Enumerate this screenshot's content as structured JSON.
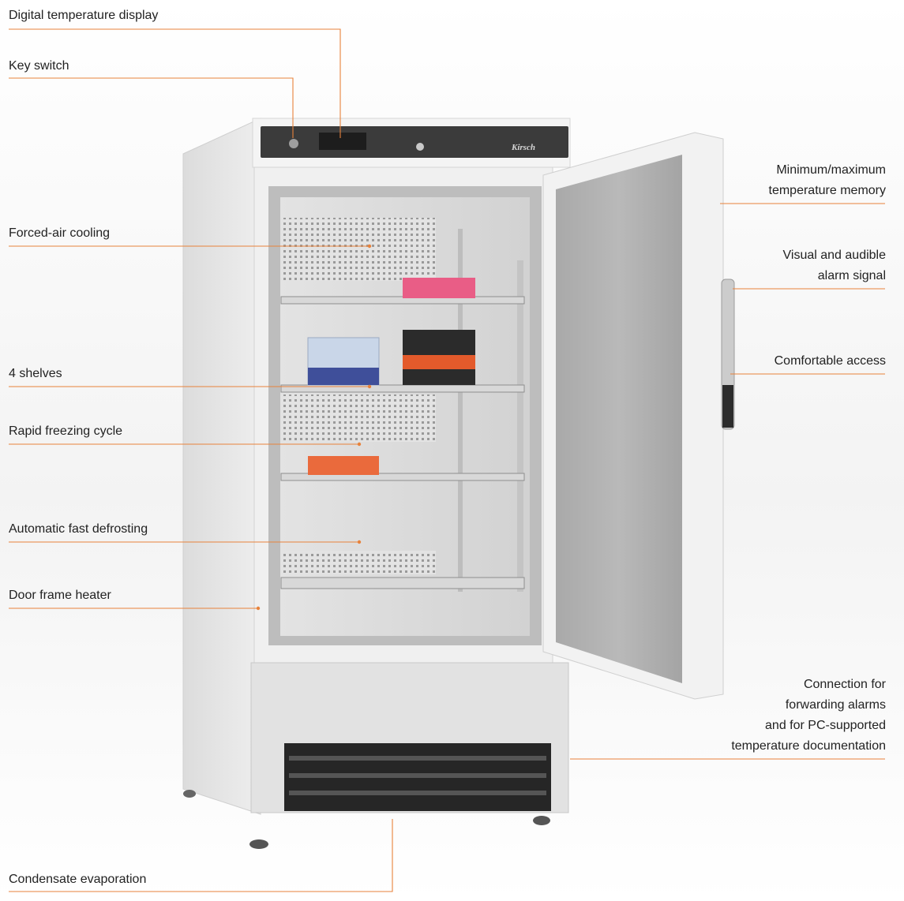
{
  "colors": {
    "callout": "#e8823b",
    "cabinet": "#ececec",
    "panel": "#3b3b3b"
  },
  "brand": "Kirsch",
  "callouts": [
    {
      "id": "digital-temperature-display",
      "lines": [
        "Digital temperature display"
      ]
    },
    {
      "id": "key-switch",
      "lines": [
        "Key switch"
      ]
    },
    {
      "id": "forced-air-cooling",
      "lines": [
        "Forced-air cooling"
      ]
    },
    {
      "id": "shelves",
      "lines": [
        "4 shelves"
      ]
    },
    {
      "id": "rapid-freezing-cycle",
      "lines": [
        "Rapid freezing cycle"
      ]
    },
    {
      "id": "automatic-fast-defrosting",
      "lines": [
        "Automatic fast defrosting"
      ]
    },
    {
      "id": "door-frame-heater",
      "lines": [
        "Door frame heater"
      ]
    },
    {
      "id": "condensate-evaporation",
      "lines": [
        "Condensate evaporation"
      ]
    },
    {
      "id": "min-max-memory",
      "lines": [
        "Minimum/maximum",
        "temperature memory"
      ]
    },
    {
      "id": "alarm-signal",
      "lines": [
        "Visual and audible",
        "alarm signal"
      ]
    },
    {
      "id": "comfortable-access",
      "lines": [
        "Comfortable access"
      ]
    },
    {
      "id": "connection",
      "lines": [
        "Connection for",
        "forwarding alarms",
        "and for PC-supported",
        "temperature documentation"
      ]
    }
  ]
}
